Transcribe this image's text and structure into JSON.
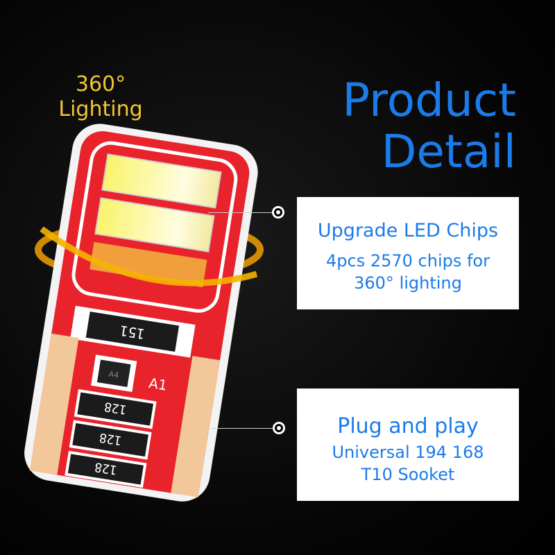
{
  "headline": {
    "line1": "Product",
    "line2": "Detail"
  },
  "badge": {
    "line1": "360°",
    "line2": "Lighting"
  },
  "feature1": {
    "title": "Upgrade LED Chips",
    "line1": "4pcs 2570 chips for",
    "line2": "360° lighting"
  },
  "feature2": {
    "title": "Plug and play",
    "line1": "Universal 194 168",
    "line2": "T10 Sooket"
  },
  "board": {
    "resistor_top": "151",
    "component_a4": "A4",
    "marking_a1": "A1",
    "resistors": [
      "128",
      "128",
      "128"
    ]
  },
  "colors": {
    "accent_blue": "#1a7bea",
    "badge_yellow": "#f4c531",
    "pcb_red": "#e8232b",
    "chip_yellow": "#f6f04a",
    "pad_gold": "#f2c79a"
  }
}
